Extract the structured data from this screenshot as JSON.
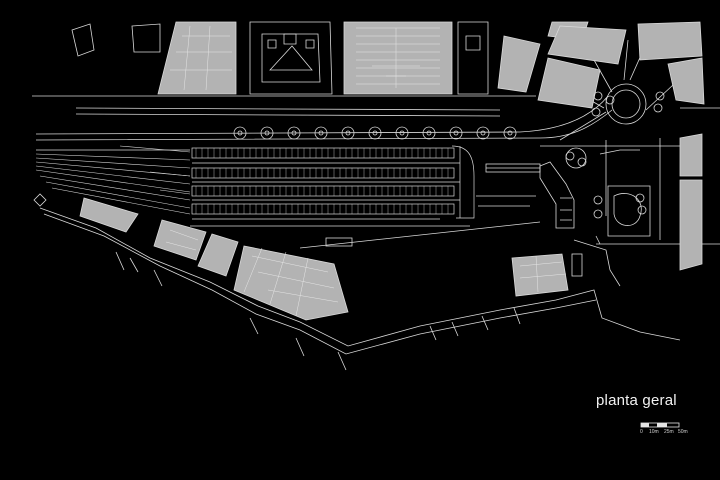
{
  "plan": {
    "title": "planta geral",
    "scale_bar": {
      "labels": [
        "0",
        "10m",
        "25m",
        "50m"
      ]
    }
  },
  "colors": {
    "background": "#000000",
    "lines": "#d9d9d9",
    "blocks": "#b3b3b3"
  }
}
